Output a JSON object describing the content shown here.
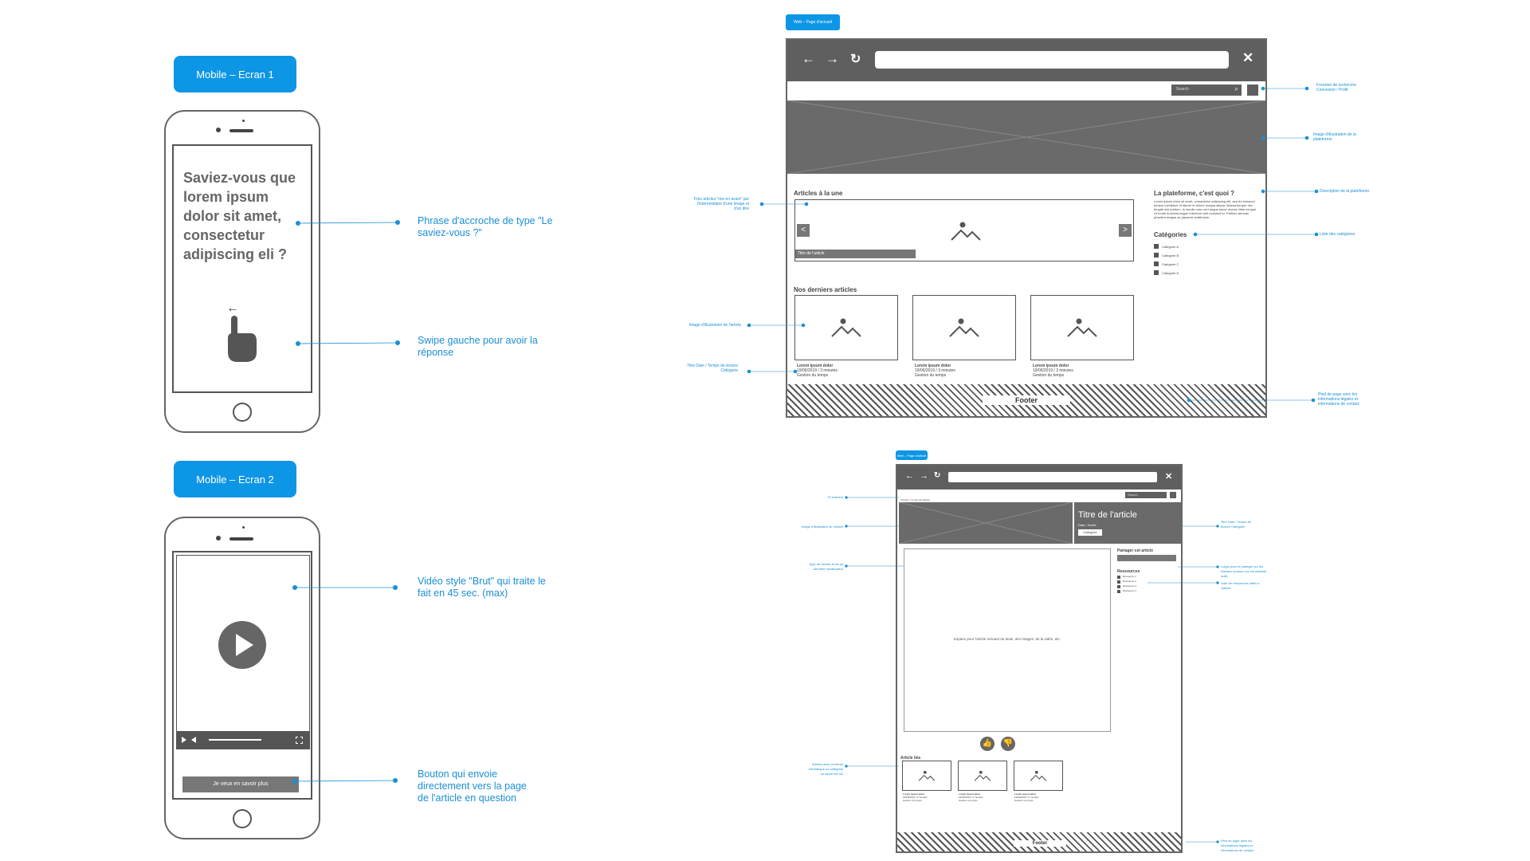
{
  "mobile1": {
    "tag": "Mobile – Ecran 1",
    "headline": "Saviez-vous que lorem ipsum dolor sit amet, consectetur adipiscing eli ?",
    "swipe_arrow": "←",
    "note_headline": "Phrase d'accroche de type \"Le saviez-vous ?\"",
    "note_swipe": "Swipe gauche pour avoir la réponse"
  },
  "mobile2": {
    "tag": "Mobile – Ecran 2",
    "cta_label": "Je veux en savoir plus",
    "note_video": "Vidéo style \"Brut\" qui traite le fait en 45 sec. (max)",
    "note_button": "Bouton qui envoie directement vers la page de l'article en question"
  },
  "web_home": {
    "tag": "Web – Page d'accueil",
    "search_placeholder": "Search",
    "featured_title": "Articles à la une",
    "featured_caption": "Titre de l'article",
    "latest_title": "Nos derniers articles",
    "articles": [
      {
        "title": "Lorem ipsum dolor",
        "meta": "19/06/2019 / 3 minutes",
        "category": "Gestion du temps"
      },
      {
        "title": "Lorem ipsum dolor",
        "meta": "19/06/2019 / 3 minutes",
        "category": "Gestion du temps"
      },
      {
        "title": "Lorem ipsum dolor",
        "meta": "19/06/2019 / 3 minutes",
        "category": "Gestion du temps"
      }
    ],
    "platform_title": "La plateforme, c'est quoi ?",
    "platform_text": "Lorem ipsum dolor sit amet, consectetur adipiscing elit, sed do eiusmod tempor incididunt ut labore et dolore magna aliqua. Massa tempor nec feugiat nisl pretium. In iaculis nunc sed augue lacus viverra vitae congue. Ut morbi tincidunt augue interdum velit euismod in. Pretium aenean pharetra magna ac placerat vestibulum.",
    "categories_title": "Catégories",
    "categories": [
      "Catégorie A",
      "Catégorie B",
      "Catégorie C",
      "Catégorie D"
    ],
    "footer": "Footer",
    "notes": {
      "search": "Fonction de recherche Connexion / Profil",
      "hero": "Image d'illustration de la plateforme",
      "platform": "Description de la plateforme",
      "categories": "Liste des catégories",
      "featured": "Trois articles \"mis en avant\" par l'intermédiaire d'une image et d'un titre",
      "article_image": "Image d'illustration de l'article",
      "article_meta": "Titre Date / Temps de lecture Catégorie",
      "footer": "Pied de page avec les informations légales et informations de contact"
    }
  },
  "web_article": {
    "tag": "Web – Page d'article",
    "search_placeholder": "Search",
    "breadcrumb": "Accueil > Le titre de l'article",
    "article_title": "Titre de l'article",
    "article_meta": "Date / Durée",
    "category_btn": "Catégorie",
    "content_placeholder": "Espace pour l'article incluant du texte, des images, de la vidéo, etc.",
    "share_title": "Partager cet article",
    "resources_title": "Ressources",
    "resources": [
      "Ressource 1",
      "Ressource 2",
      "Ressource 3",
      "Ressource 4"
    ],
    "related_title": "Article liés",
    "related": [
      {
        "title": "Lorem ipsum dolor",
        "meta": "19/06/2019 / 3 minutes",
        "category": "Gestion du temps"
      },
      {
        "title": "Lorem ipsum dolor",
        "meta": "19/06/2019 / 3 minutes",
        "category": "Gestion du temps"
      },
      {
        "title": "Lorem ipsum dolor",
        "meta": "19/06/2019 / 3 minutes",
        "category": "Gestion du temps"
      }
    ],
    "footer": "Footer",
    "notes": {
      "breadcrumb": "Fil d'ariane",
      "image": "Image d'illustration de l'article",
      "content": "Type de l'article et de sa dernière modification",
      "title": "Titre Date / Temps de lecture Catégorie",
      "share": "Logos pour le partager sur les réseaux sociaux (ou via adresse mail)",
      "resources": "Liste de ressources utiles à l'article",
      "related": "Articles avec la même thématique ou catégorie ou ayant été lus",
      "footer": "Pied de page avec les informations légales et informations de contact"
    }
  }
}
